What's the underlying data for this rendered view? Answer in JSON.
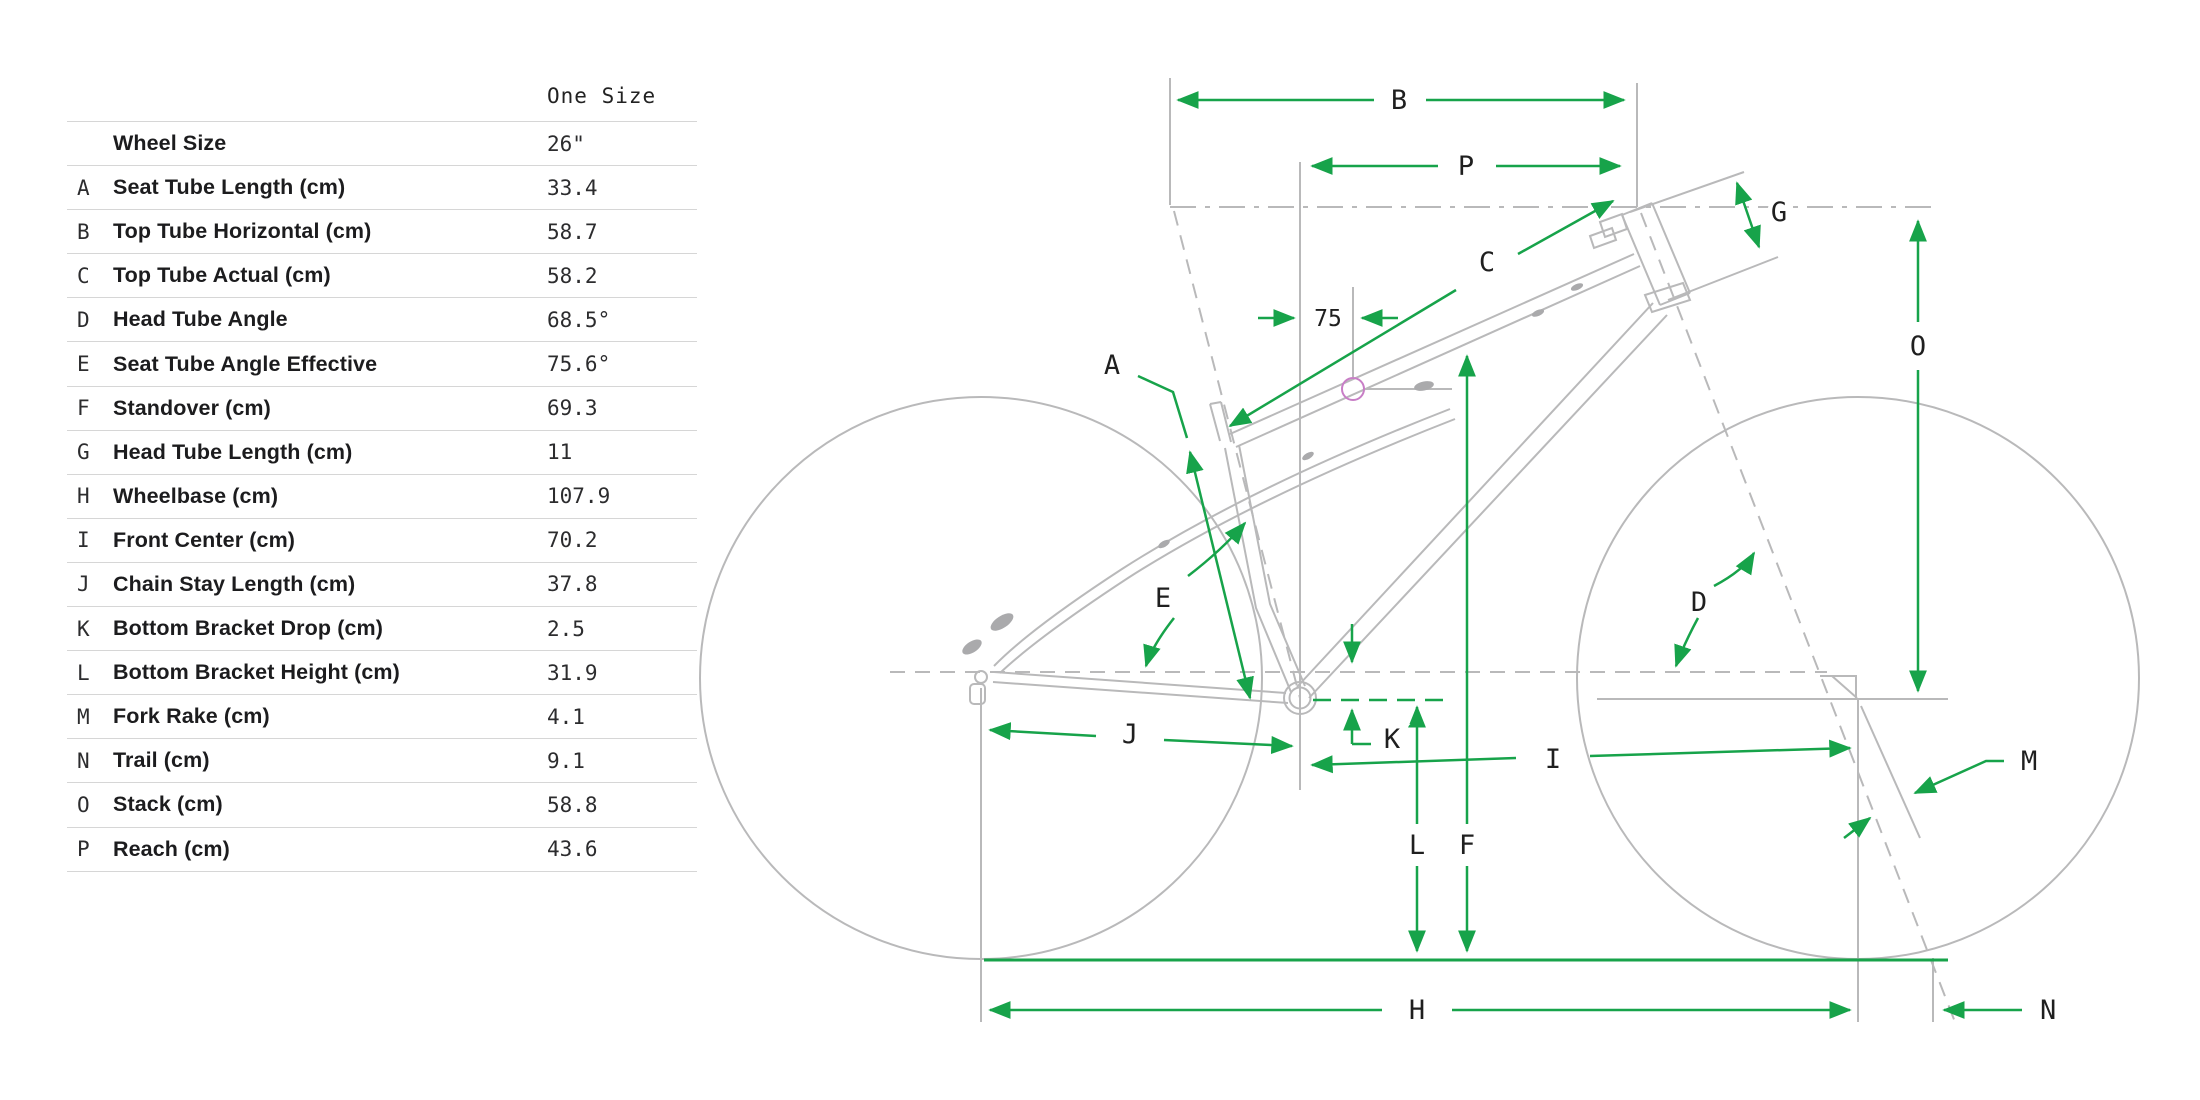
{
  "table": {
    "header": "One Size",
    "rows": [
      {
        "letter": "",
        "label": "Wheel Size",
        "value": "26\""
      },
      {
        "letter": "A",
        "label": "Seat Tube Length (cm)",
        "value": "33.4"
      },
      {
        "letter": "B",
        "label": "Top Tube Horizontal (cm)",
        "value": "58.7"
      },
      {
        "letter": "C",
        "label": "Top Tube Actual (cm)",
        "value": "58.2"
      },
      {
        "letter": "D",
        "label": "Head Tube Angle",
        "value": "68.5°"
      },
      {
        "letter": "E",
        "label": "Seat Tube Angle Effective",
        "value": "75.6°"
      },
      {
        "letter": "F",
        "label": "Standover (cm)",
        "value": "69.3"
      },
      {
        "letter": "G",
        "label": "Head Tube Length (cm)",
        "value": "11"
      },
      {
        "letter": "H",
        "label": "Wheelbase (cm)",
        "value": "107.9"
      },
      {
        "letter": "I",
        "label": "Front Center (cm)",
        "value": "70.2"
      },
      {
        "letter": "J",
        "label": "Chain Stay Length (cm)",
        "value": "37.8"
      },
      {
        "letter": "K",
        "label": "Bottom Bracket Drop (cm)",
        "value": "2.5"
      },
      {
        "letter": "L",
        "label": "Bottom Bracket Height (cm)",
        "value": "31.9"
      },
      {
        "letter": "M",
        "label": "Fork Rake (cm)",
        "value": "4.1"
      },
      {
        "letter": "N",
        "label": "Trail (cm)",
        "value": "9.1"
      },
      {
        "letter": "O",
        "label": "Stack (cm)",
        "value": "58.8"
      },
      {
        "letter": "P",
        "label": "Reach (cm)",
        "value": "43.6"
      }
    ]
  },
  "diagram": {
    "labels": {
      "a": "A",
      "b": "B",
      "c": "C",
      "d": "D",
      "e": "E",
      "f": "F",
      "g": "G",
      "h": "H",
      "i": "I",
      "j": "J",
      "k": "K",
      "l": "L",
      "m": "M",
      "n": "N",
      "o": "O",
      "p": "P",
      "offset75": "75"
    },
    "colors": {
      "dimension_green": "#17a34a",
      "line_gray": "#b9b9ba",
      "marker_pink": "#c87ec6",
      "text_dark": "#1f1f1f"
    }
  }
}
